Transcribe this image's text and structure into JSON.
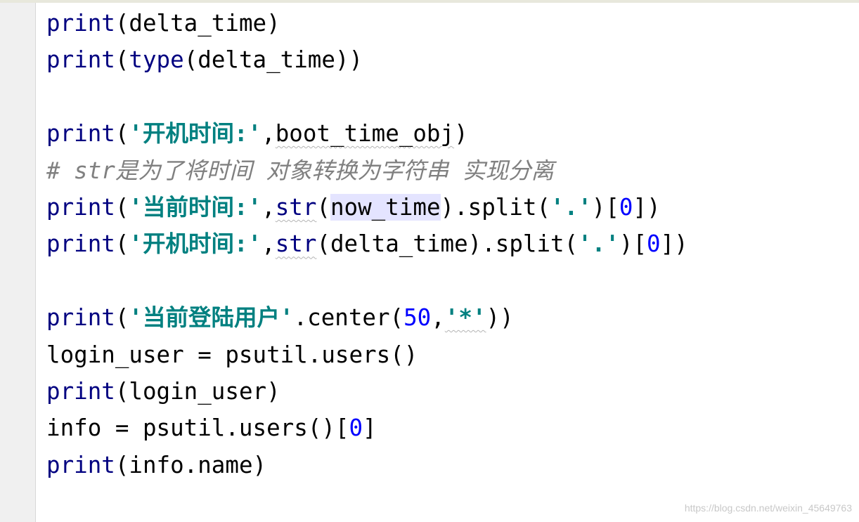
{
  "editor": {
    "lines": [
      {
        "parts": [
          "print",
          "(delta_time)"
        ]
      },
      {
        "parts": [
          "print",
          "(",
          "type",
          "(delta_time))"
        ]
      },
      {
        "parts": []
      },
      {
        "parts": [
          "print",
          "(",
          "'开机时间:'",
          ",",
          "boot_time_obj",
          ")"
        ]
      },
      {
        "parts": [
          "# str是为了将时间 对象转换为字符串 实现分离"
        ]
      },
      {
        "parts": [
          "print",
          "(",
          "'当前时间:'",
          ",",
          "str",
          "(",
          "now_time",
          ").split(",
          "'.'",
          ")[",
          "0",
          "])"
        ]
      },
      {
        "parts": [
          "print",
          "(",
          "'开机时间:'",
          ",",
          "str",
          "(delta_time).split(",
          "'.'",
          ")[",
          "0",
          "])"
        ]
      },
      {
        "parts": []
      },
      {
        "parts": [
          "print",
          "(",
          "'当前登陆用户'",
          ".center(",
          "50",
          ",",
          "'*'",
          "))"
        ]
      },
      {
        "parts": [
          "login_user = psutil.users()"
        ]
      },
      {
        "parts": [
          "print",
          "(login_user)"
        ]
      },
      {
        "parts": [
          "info = psutil.users()[",
          "0",
          "]"
        ]
      },
      {
        "parts": [
          "print",
          "(info.name)"
        ]
      }
    ]
  },
  "watermark": "https://blog.csdn.net/weixin_45649763",
  "colors": {
    "keyword": "#000080",
    "string": "#008080",
    "number": "#0000ff",
    "comment": "#808080",
    "highlight": "#e4e4ff",
    "gutter": "#f0f0f0"
  }
}
